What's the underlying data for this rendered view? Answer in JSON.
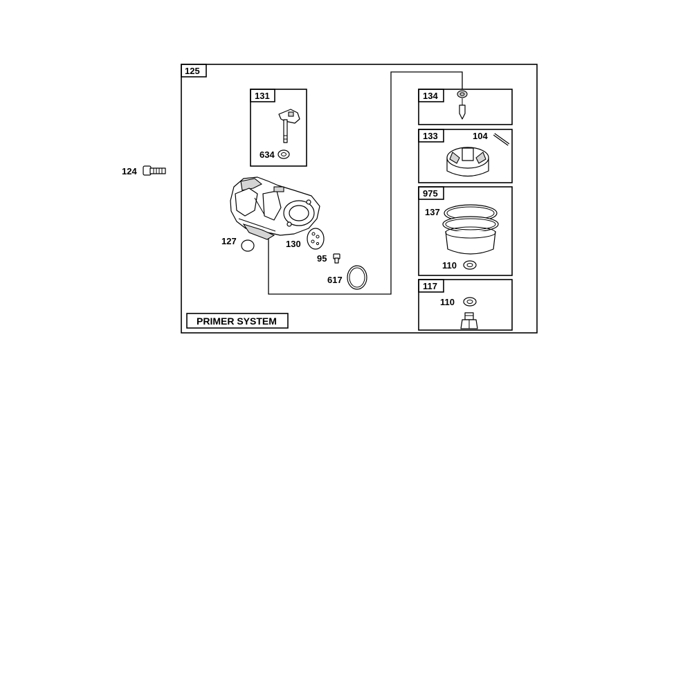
{
  "diagram": {
    "main_box_label": "125",
    "title": "PRIMER SYSTEM",
    "callouts": {
      "p124": "124",
      "p131": "131",
      "p634": "634",
      "p127": "127",
      "p130": "130",
      "p95": "95",
      "p617": "617",
      "p134": "134",
      "p133": "133",
      "p104": "104",
      "p975": "975",
      "p137": "137",
      "p110a": "110",
      "p117": "117",
      "p110b": "110"
    }
  }
}
